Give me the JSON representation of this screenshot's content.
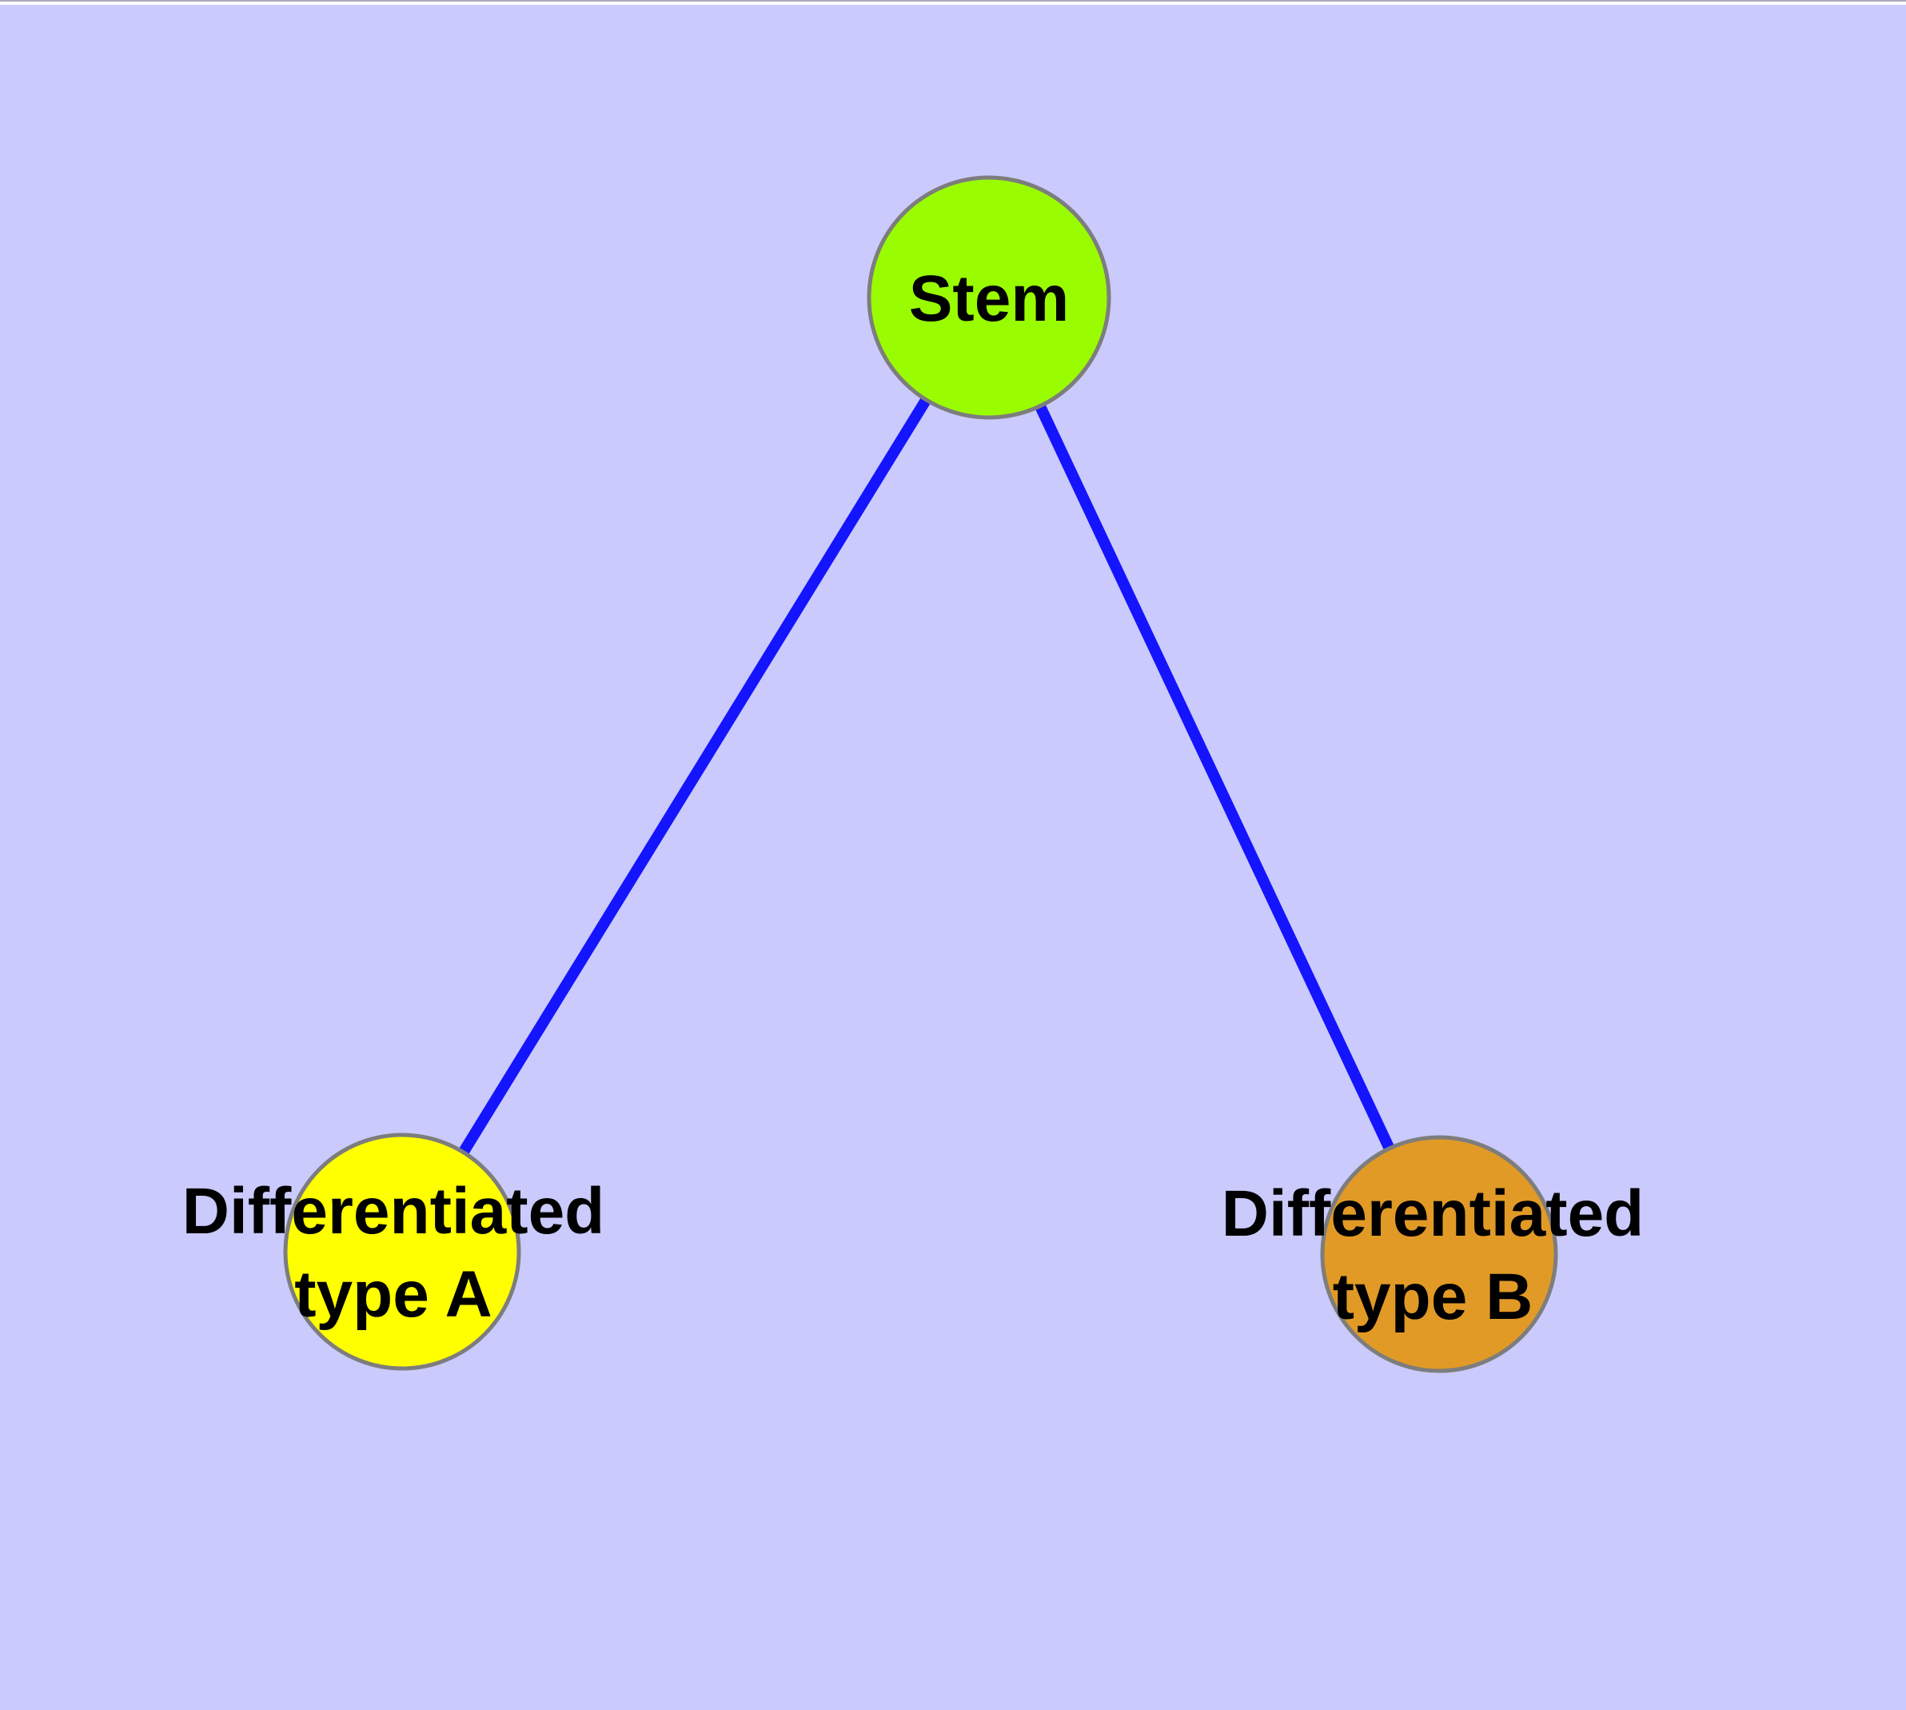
{
  "diagram": {
    "type": "network-graph",
    "background_color": "#cacafc",
    "edge_color": "#1414ff",
    "node_border_color": "#7d7d7d",
    "label_color": "#000000",
    "nodes": {
      "stem": {
        "label": "Stem",
        "color": "#9afc00"
      },
      "diff_a": {
        "label_line1": "Differentiated",
        "label_line2": "type A",
        "color": "#ffff00"
      },
      "diff_b": {
        "label_line1": "Differentiated",
        "label_line2": "type B",
        "color": "#e29a26"
      }
    },
    "edges": [
      {
        "from": "Stem",
        "to": "Differentiated type A"
      },
      {
        "from": "Stem",
        "to": "Differentiated type B"
      }
    ]
  }
}
